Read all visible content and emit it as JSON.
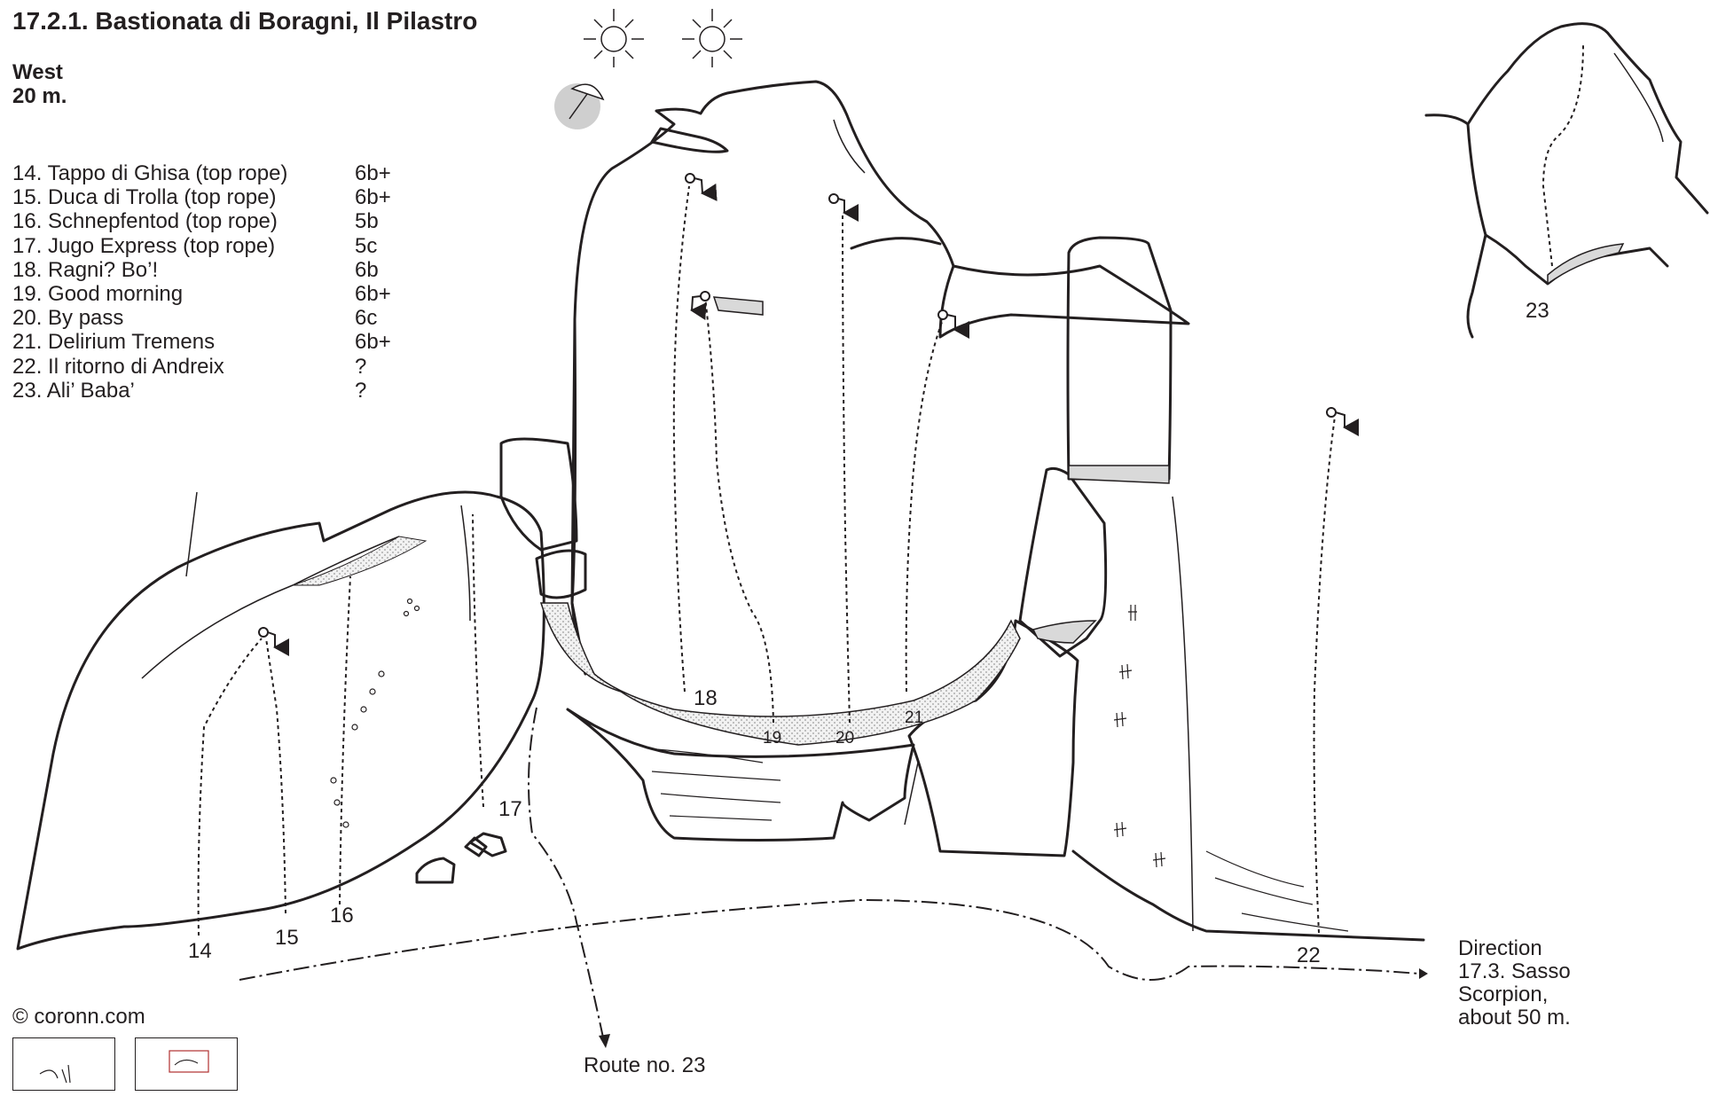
{
  "title": "17.2.1. Bastionata di Boragni, Il Pilastro",
  "aspect": "West",
  "height": "20 m.",
  "routes": [
    {
      "name": "14. Tappo di Ghisa (top rope)",
      "grade": "6b+"
    },
    {
      "name": "15. Duca di Trolla (top rope)",
      "grade": "6b+"
    },
    {
      "name": "16. Schnepfentod (top rope)",
      "grade": "5b"
    },
    {
      "name": "17. Jugo Express (top rope)",
      "grade": "5c"
    },
    {
      "name": "18. Ragni? Bo’!",
      "grade": "6b"
    },
    {
      "name": "19. Good morning",
      "grade": "6b+"
    },
    {
      "name": "20. By pass",
      "grade": "6c"
    },
    {
      "name": "21. Delirium Tremens",
      "grade": "6b+"
    },
    {
      "name": "22. Il ritorno di Andreix",
      "grade": "?"
    },
    {
      "name": "23. Ali’ Baba’",
      "grade": "?"
    }
  ],
  "route_numbers": [
    "14",
    "15",
    "16",
    "17",
    "18",
    "19",
    "20",
    "21",
    "22",
    "23"
  ],
  "copyright": "© coronn.com",
  "direction_lines": [
    "Direction",
    "17.3. Sasso",
    "Scorpion,",
    "about 50 m."
  ],
  "route23_label": "Route no. 23",
  "icons": [
    "sun-icon",
    "sun-icon",
    "umbrella-icon",
    "lower-off-anchor-icon"
  ],
  "colors": {
    "ink": "#231f20",
    "ledge_fill": "#d9d9d9",
    "umbrella_shade": "#cfcfcf",
    "white": "#ffffff"
  }
}
